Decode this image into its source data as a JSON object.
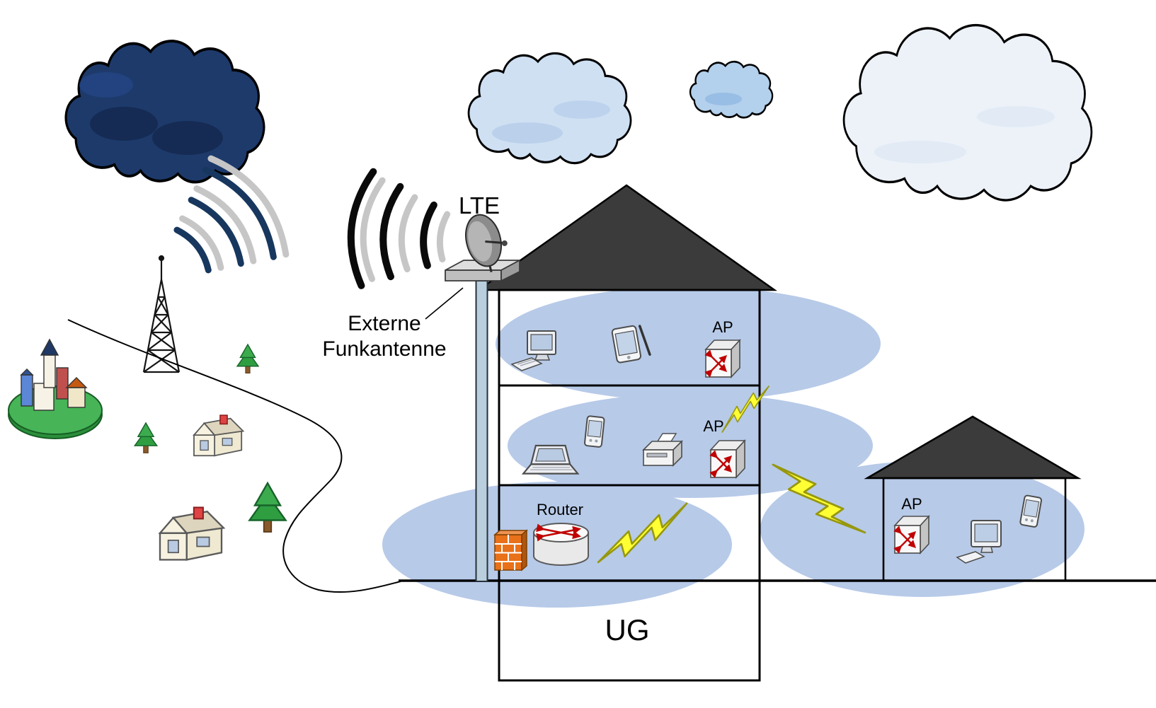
{
  "diagram": {
    "labels": {
      "lte": "LTE",
      "antenna_caption_line1": "Externe",
      "antenna_caption_line2": "Funkantenne",
      "router": "Router",
      "ap_top": "AP",
      "ap_middle": "AP",
      "ap_right": "AP",
      "basement": "UG"
    },
    "colors": {
      "wifi_zone": "#b7cae8",
      "roof": "#3b3b3b",
      "lightning": "#ffff33",
      "lightning_outline": "#97970f",
      "firewall_orange": "#e8711a",
      "arrow_red": "#c00000",
      "wave_blue": "#17375e",
      "wave_gray": "#c6c6c6",
      "cloud_dark": "#1d3a6b",
      "cloud_light": "#cfe0f3",
      "cloud_small": "#b3d0ec",
      "cloud_pale": "#edf2f9",
      "tree_green": "#2f9e41",
      "city_base_green": "#46b457",
      "pole_blue": "#b9cfdd"
    },
    "icons": {
      "cloud-icon": "puffy cloud outline",
      "radio-tower-icon": "lattice mast",
      "radio-waves-icon": "concentric arc waves",
      "city-icon": "buildings on green hill",
      "tree-icon": "pine tree",
      "house-icon": "cottage with red chimney",
      "satellite-dish-icon": "parabolic dish on platform",
      "firewall-icon": "orange brick wall",
      "router-icon": "cylinder with crossed red arrows",
      "access-point-icon": "3d box with crossed red arrows",
      "desktop-computer-icon": "monitor with keyboard",
      "tablet-icon": "tablet with stylus",
      "laptop-icon": "open laptop",
      "pda-icon": "handheld device",
      "printer-icon": "printer with paper",
      "workstation-icon": "monitor with keyboard",
      "lightning-bolt-icon": "yellow zigzag bolt"
    }
  }
}
